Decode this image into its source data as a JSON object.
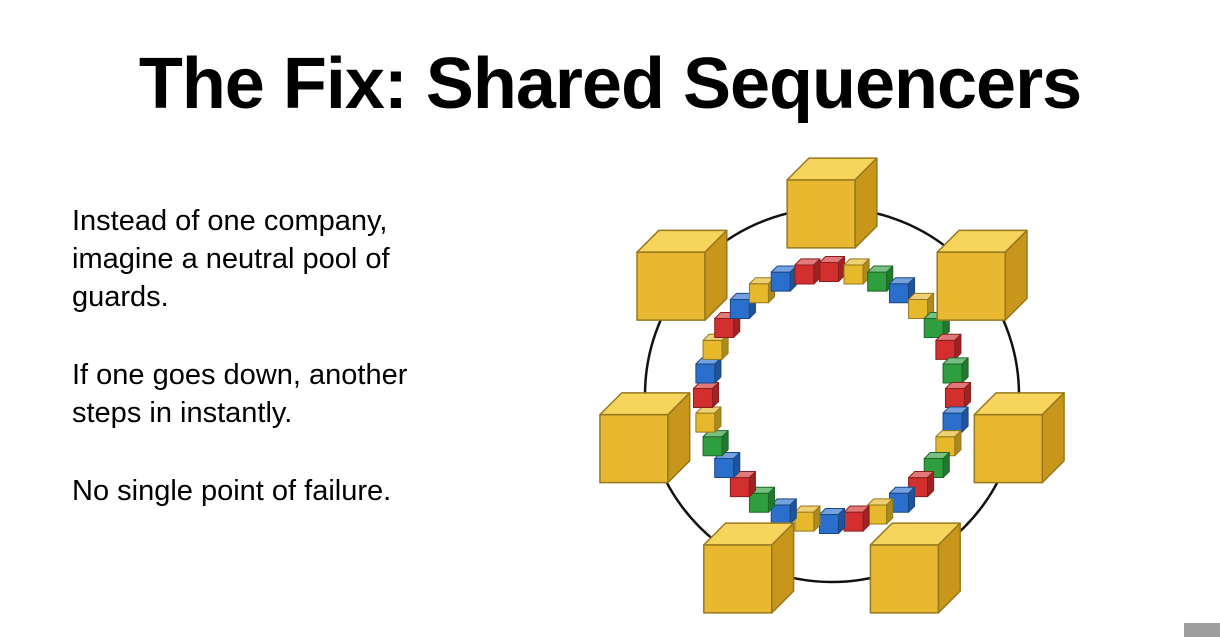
{
  "slide": {
    "title": "The Fix: Shared Sequencers",
    "paragraphs": [
      {
        "lines": [
          "Instead of one company,",
          "imagine a neutral pool of",
          "guards."
        ]
      },
      {
        "lines": [
          "If one goes down, another",
          "steps in instantly."
        ]
      },
      {
        "lines": [
          "No single point of failure."
        ]
      }
    ]
  },
  "diagram": {
    "large_cube_count": 7,
    "small_cube_count": 32,
    "small_cube_colors": [
      "#d32f2f",
      "#e6b82b",
      "#2e9e3e",
      "#2a6fcc",
      "#e6b82b",
      "#2e9e3e",
      "#d32f2f",
      "#2e9e3e",
      "#d32f2f",
      "#2a6fcc",
      "#e6b82b",
      "#2e9e3e",
      "#d32f2f",
      "#2a6fcc",
      "#e6b82b",
      "#d32f2f",
      "#2a6fcc",
      "#e6b82b",
      "#2a6fcc",
      "#2e9e3e",
      "#d32f2f",
      "#2a6fcc",
      "#2e9e3e",
      "#e6b82b",
      "#d32f2f",
      "#2a6fcc",
      "#e6b82b",
      "#d32f2f",
      "#2a6fcc",
      "#e6b82b",
      "#2a6fcc",
      "#d32f2f"
    ],
    "colors": {
      "gold_front": "#e8b830",
      "gold_top": "#f7d45c",
      "gold_side": "#c9961c",
      "ring": "#111111"
    }
  }
}
